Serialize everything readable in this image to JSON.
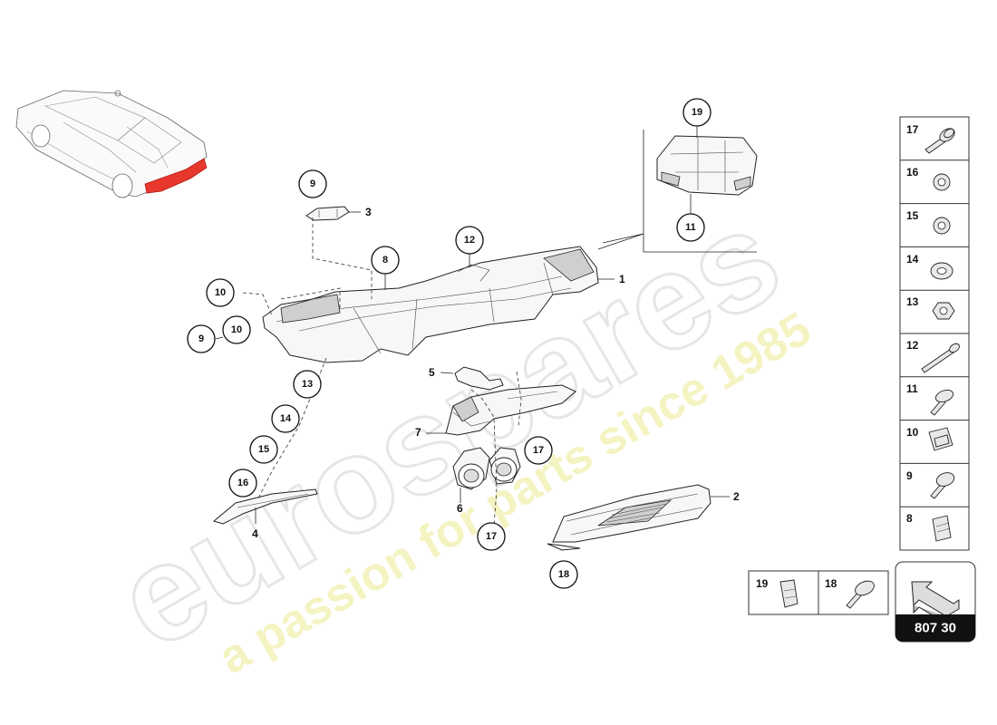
{
  "watermark": {
    "brand": "eurospares",
    "tagline": "a passion for parts since 1985"
  },
  "callouts": {
    "c9_top": "9",
    "c3": "3",
    "c8": "8",
    "c12": "12",
    "c1": "1",
    "c10_a": "10",
    "c10_b": "10",
    "c9_left": "9",
    "c13": "13",
    "c14": "14",
    "c15": "15",
    "c16": "16",
    "c4": "4",
    "c5": "5",
    "c7": "7",
    "c17_a": "17",
    "c6": "6",
    "c17_b": "17",
    "c2": "2",
    "c18": "18",
    "c19": "19",
    "c11": "11"
  },
  "legend_right": [
    {
      "num": "17",
      "icon": "flange-bolt-icon"
    },
    {
      "num": "16",
      "icon": "washer-icon"
    },
    {
      "num": "15",
      "icon": "washer-icon"
    },
    {
      "num": "14",
      "icon": "flat-washer-icon"
    },
    {
      "num": "13",
      "icon": "hex-nut-icon"
    },
    {
      "num": "12",
      "icon": "long-bolt-icon"
    },
    {
      "num": "11",
      "icon": "flat-head-screw-icon"
    },
    {
      "num": "10",
      "icon": "clip-nut-icon"
    },
    {
      "num": "9",
      "icon": "torx-screw-icon"
    },
    {
      "num": "8",
      "icon": "spring-clip-icon"
    }
  ],
  "legend_bottom": [
    {
      "num": "19",
      "icon": "clip-icon"
    },
    {
      "num": "18",
      "icon": "pan-head-screw-icon"
    }
  ],
  "diagram_code": "807 30",
  "colors": {
    "highlight": "#e8372c",
    "ink": "#111111",
    "watermark_gray": "#e6e6e6",
    "watermark_yellow": "#f3f1b8"
  }
}
